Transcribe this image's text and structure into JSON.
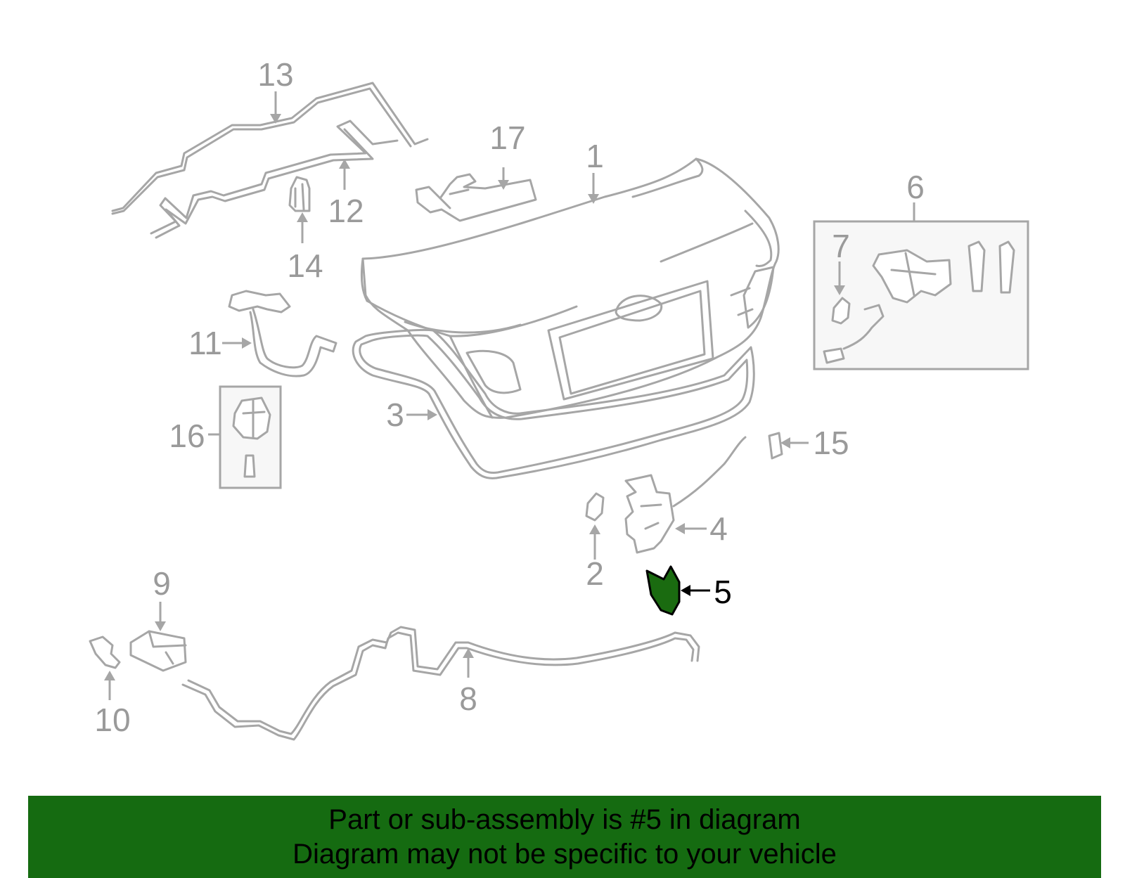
{
  "diagram": {
    "highlight_color": "#1a6b10",
    "callouts": [
      {
        "id": "1",
        "label": "1"
      },
      {
        "id": "2",
        "label": "2"
      },
      {
        "id": "3",
        "label": "3"
      },
      {
        "id": "4",
        "label": "4"
      },
      {
        "id": "5",
        "label": "5",
        "highlighted": true
      },
      {
        "id": "6",
        "label": "6"
      },
      {
        "id": "7",
        "label": "7"
      },
      {
        "id": "8",
        "label": "8"
      },
      {
        "id": "9",
        "label": "9"
      },
      {
        "id": "10",
        "label": "10"
      },
      {
        "id": "11",
        "label": "11"
      },
      {
        "id": "12",
        "label": "12"
      },
      {
        "id": "13",
        "label": "13"
      },
      {
        "id": "14",
        "label": "14"
      },
      {
        "id": "15",
        "label": "15"
      },
      {
        "id": "16",
        "label": "16"
      },
      {
        "id": "17",
        "label": "17"
      }
    ]
  },
  "banner": {
    "background": "#156b11",
    "line1": "Part or sub-assembly is #5 in diagram",
    "line2": "Diagram may not be specific to your vehicle"
  }
}
